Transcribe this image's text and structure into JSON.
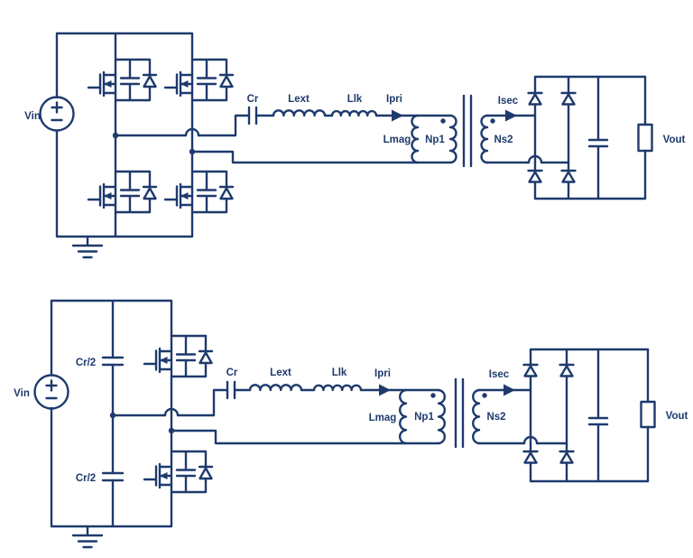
{
  "colors": {
    "line": "#1e3a6d",
    "background": "#ffffff"
  },
  "top_circuit": {
    "vin": "Vin",
    "cr": "Cr",
    "lext": "Lext",
    "llk": "Llk",
    "ipri": "Ipri",
    "lmag": "Lmag",
    "np1": "Np1",
    "ns2": "Ns2",
    "isec": "Isec",
    "vout": "Vout"
  },
  "bottom_circuit": {
    "vin": "Vin",
    "cr_half_top": "Cr/2",
    "cr_half_bottom": "Cr/2",
    "cr": "Cr",
    "lext": "Lext",
    "llk": "Llk",
    "ipri": "Ipri",
    "lmag": "Lmag",
    "np1": "Np1",
    "ns2": "Ns2",
    "isec": "Isec",
    "vout": "Vout"
  }
}
